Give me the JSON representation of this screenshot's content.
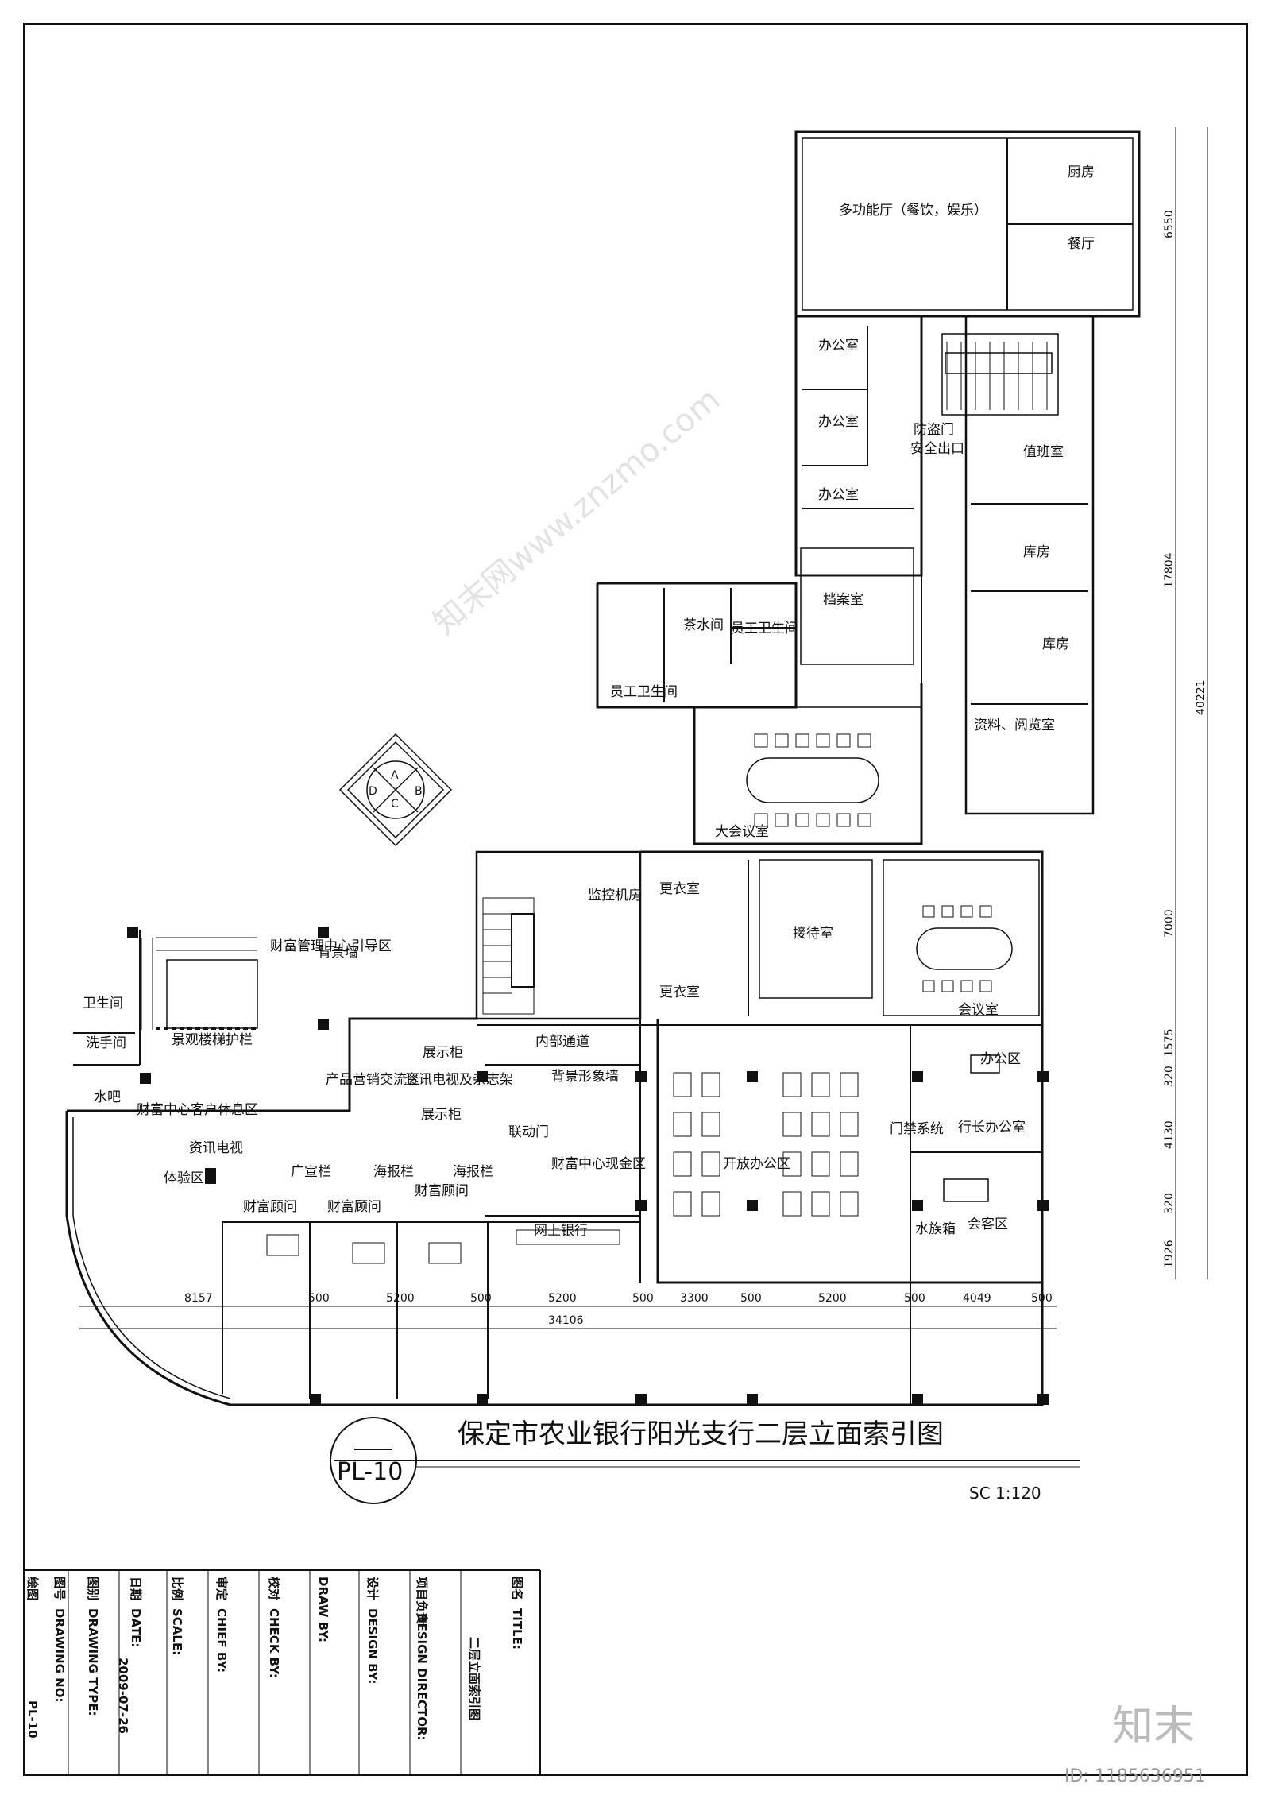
{
  "drawing": {
    "title": "保定市农业银行阳光支行二层立面索引图",
    "code": "PL-10",
    "scale": "SC 1:120"
  },
  "rooms": {
    "multi_hall": "多功能厅（餐饮，娱乐）",
    "kitchen": "厨房",
    "dining": "餐厅",
    "office1": "办公室",
    "office2": "办公室",
    "office3": "办公室",
    "fire_door": "防盗门",
    "safety_exit": "安全出口",
    "duty_room": "值班室",
    "storage1": "库房",
    "storage2": "库房",
    "archive": "档案室",
    "tea_room": "茶水间",
    "staff_wc1": "员工卫生间",
    "staff_wc2": "员工卫生间",
    "reading_room": "资料、阅览室",
    "big_meeting": "大会议室",
    "monitor_room": "监控机房",
    "changing1": "更衣室",
    "changing2": "更衣室",
    "reception": "接待室",
    "meeting": "会议室",
    "inner_corridor": "内部通道",
    "bg_wall": "背景形象墙",
    "linkage_door": "联动门",
    "cash_area": "财富中心现金区",
    "open_office": "开放办公区",
    "access_control": "门禁系统",
    "office_area": "办公区",
    "president_office": "行长办公室",
    "guest_area": "会客区",
    "aquarium": "水族箱",
    "online_bank": "网上银行",
    "wealth_consult1": "财富顾问",
    "wealth_consult2": "财富顾问",
    "wealth_consult3": "财富顾问",
    "ad_column": "广宣栏",
    "poster1": "海报栏",
    "poster2": "海报栏",
    "display1": "展示柜",
    "display2": "展示柜",
    "info_tv_rack": "资讯电视及杂志架",
    "product_area": "产品营销交流区",
    "wealth_guide": "财富管理中心引导区",
    "bg_plant": "背景墙",
    "stair_rail": "景观楼梯护栏",
    "wc": "卫生间",
    "washroom": "洗手间",
    "water_bar": "水吧",
    "rest_area": "财富中心客户休息区",
    "info_tv": "资讯电视",
    "experience_area": "体验区"
  },
  "compass": {
    "labels": [
      "A",
      "B",
      "C",
      "D"
    ]
  },
  "dims_bottom": {
    "segments": [
      "8157",
      "500",
      "5200",
      "500",
      "5200",
      "500",
      "3300",
      "500",
      "5200",
      "500",
      "4049",
      "500"
    ],
    "total": "34106"
  },
  "dims_right": {
    "segments": [
      "6550",
      "17804",
      "7000",
      "1575",
      "320",
      "4130",
      "320",
      "1926"
    ],
    "total": "40221"
  },
  "title_block": {
    "drawing_no_cn": "图号",
    "drawing_no_en": "DRAWING NO:",
    "drawing_no_val": "PL-10",
    "type_cn": "图别",
    "type_en": "DRAWING TYPE:",
    "date_cn": "日期",
    "date_en": "DATE:",
    "date_val": "2009-07-26",
    "scale_cn": "比例",
    "scale_en": "SCALE:",
    "chief_cn": "审定",
    "chief_en": "CHIEF BY:",
    "check_cn": "校对",
    "check_en": "CHECK BY:",
    "draw_cn": "绘图",
    "draw_en": "DRAW BY:",
    "design_cn": "设计",
    "design_en": "DESIGN BY:",
    "director_cn": "项目负责",
    "director_en": "DESIGN DIRECTOR:",
    "title_cn": "图名",
    "title_en": "TITLE:",
    "title_val": "二层立面索引图"
  },
  "watermark": {
    "brand": "知末",
    "id": "ID: 1185636951",
    "site": "知末网www.znzmo.com"
  }
}
